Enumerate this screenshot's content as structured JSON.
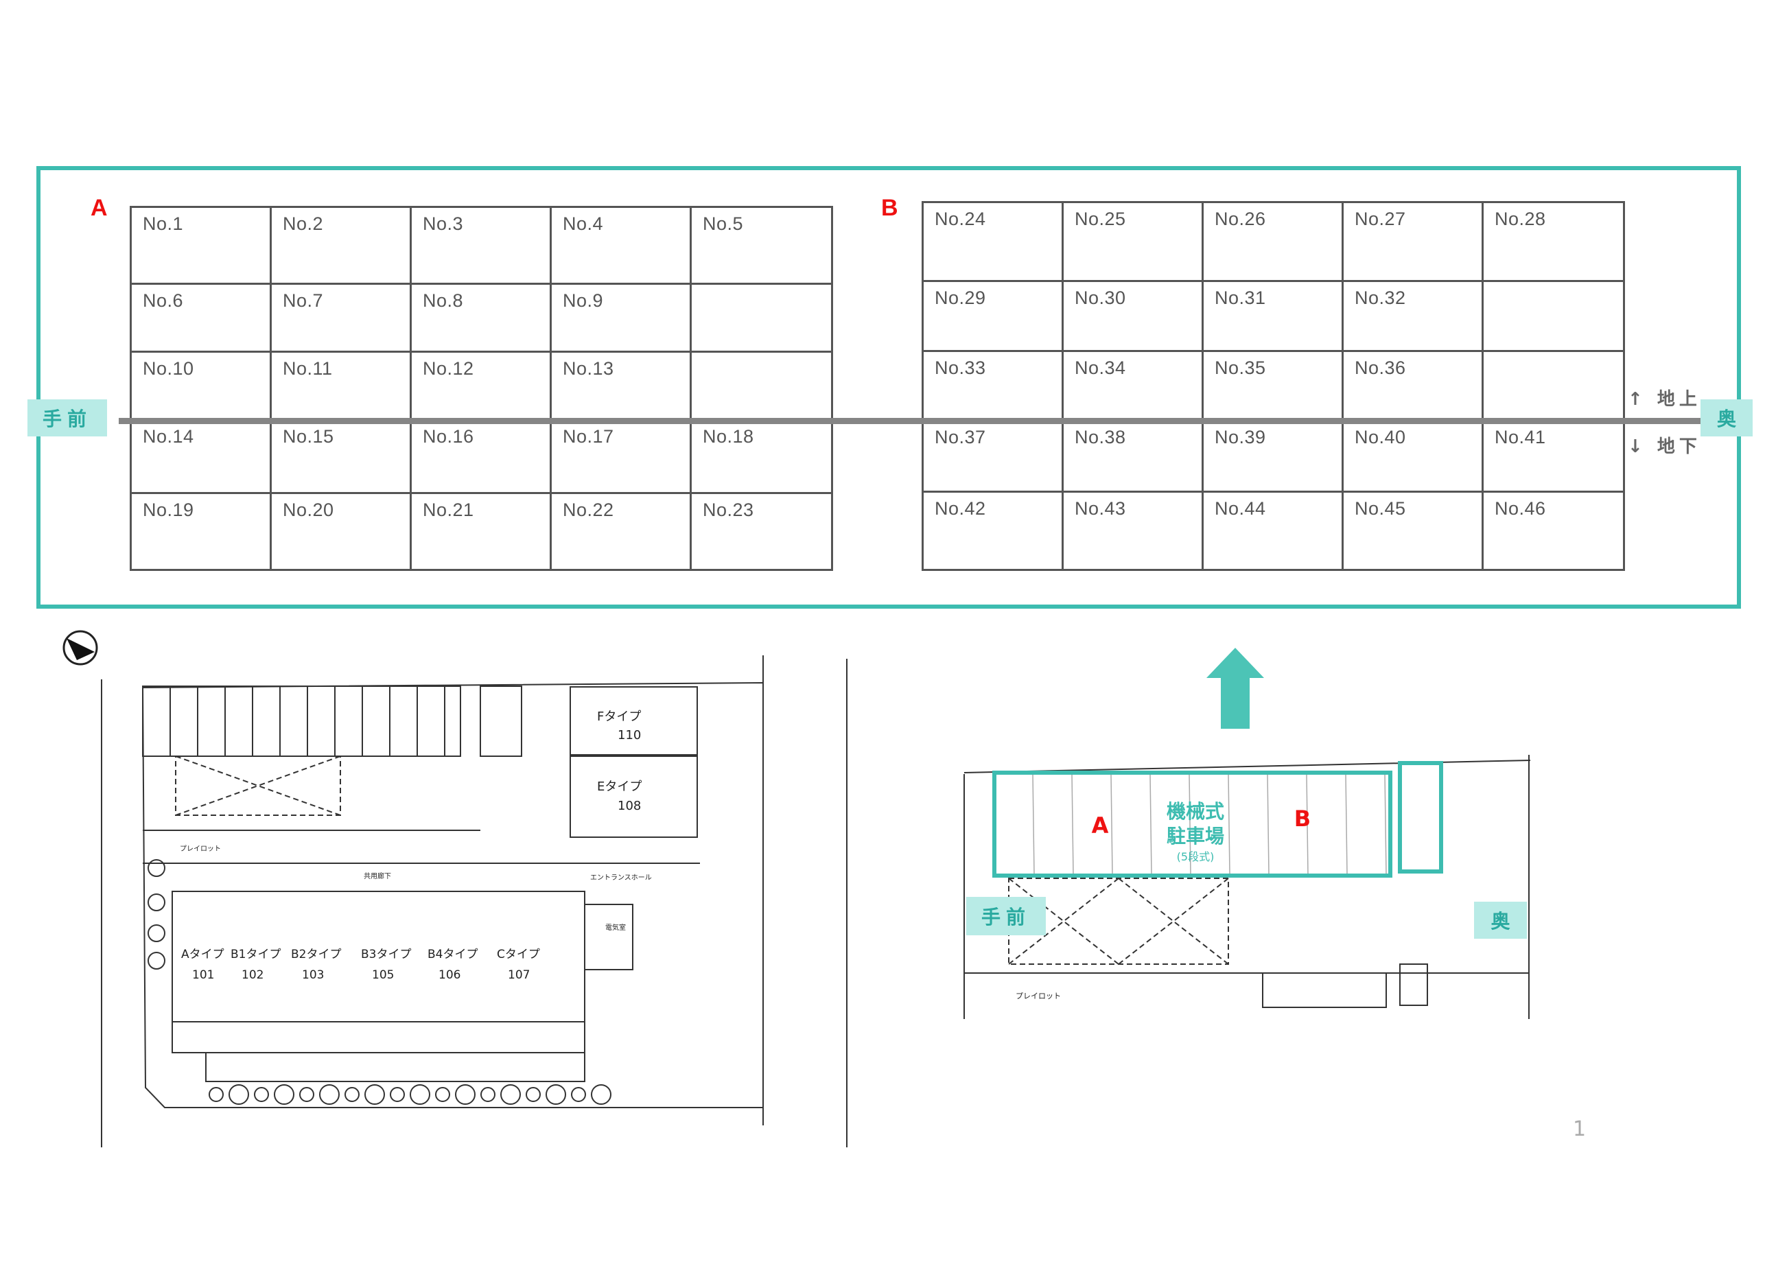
{
  "sections": {
    "a_label": "A",
    "b_label": "B"
  },
  "front_label": "手前",
  "back_label": "奥",
  "above_ground": "↑ 地上",
  "below_ground": "↓ 地下",
  "tableA": {
    "rows": [
      [
        "No.1",
        "No.2",
        "No.3",
        "No.4",
        "No.5"
      ],
      [
        "No.6",
        "No.7",
        "No.8",
        "No.9",
        ""
      ],
      [
        "No.10",
        "No.11",
        "No.12",
        "No.13",
        ""
      ],
      [
        "No.14",
        "No.15",
        "No.16",
        "No.17",
        "No.18"
      ],
      [
        "No.19",
        "No.20",
        "No.21",
        "No.22",
        "No.23"
      ]
    ]
  },
  "tableB": {
    "rows": [
      [
        "No.24",
        "No.25",
        "No.26",
        "No.27",
        "No.28"
      ],
      [
        "No.29",
        "No.30",
        "No.31",
        "No.32",
        ""
      ],
      [
        "No.33",
        "No.34",
        "No.35",
        "No.36",
        ""
      ],
      [
        "No.37",
        "No.38",
        "No.39",
        "No.40",
        "No.41"
      ],
      [
        "No.42",
        "No.43",
        "No.44",
        "No.45",
        "No.46"
      ]
    ]
  },
  "site_plan": {
    "units": [
      {
        "type": "Aタイプ",
        "no": "101"
      },
      {
        "type": "B1タイプ",
        "no": "102"
      },
      {
        "type": "B2タイプ",
        "no": "103"
      },
      {
        "type": "B3タイプ",
        "no": "105"
      },
      {
        "type": "B4タイプ",
        "no": "106"
      },
      {
        "type": "Cタイプ",
        "no": "107"
      }
    ],
    "unit_f": {
      "type": "Fタイプ",
      "no": "110"
    },
    "unit_e": {
      "type": "Eタイプ",
      "no": "108"
    },
    "corridor": "共用廊下",
    "electric_room": "電気室",
    "entrance": "エントランスホール",
    "playlot": "プレイロット"
  },
  "detail_plan": {
    "a_label": "A",
    "b_label": "B",
    "title_line1": "機械式",
    "title_line2": "駐車場",
    "title_line3": "(5段式)",
    "playlot": "プレイロット",
    "front_label": "手前",
    "back_label": "奥"
  },
  "page_number": "1",
  "colors": {
    "accent": "#3dbcb0",
    "tag_bg": "#b8ebe6",
    "section": "#ee1111",
    "grid": "#555555"
  }
}
